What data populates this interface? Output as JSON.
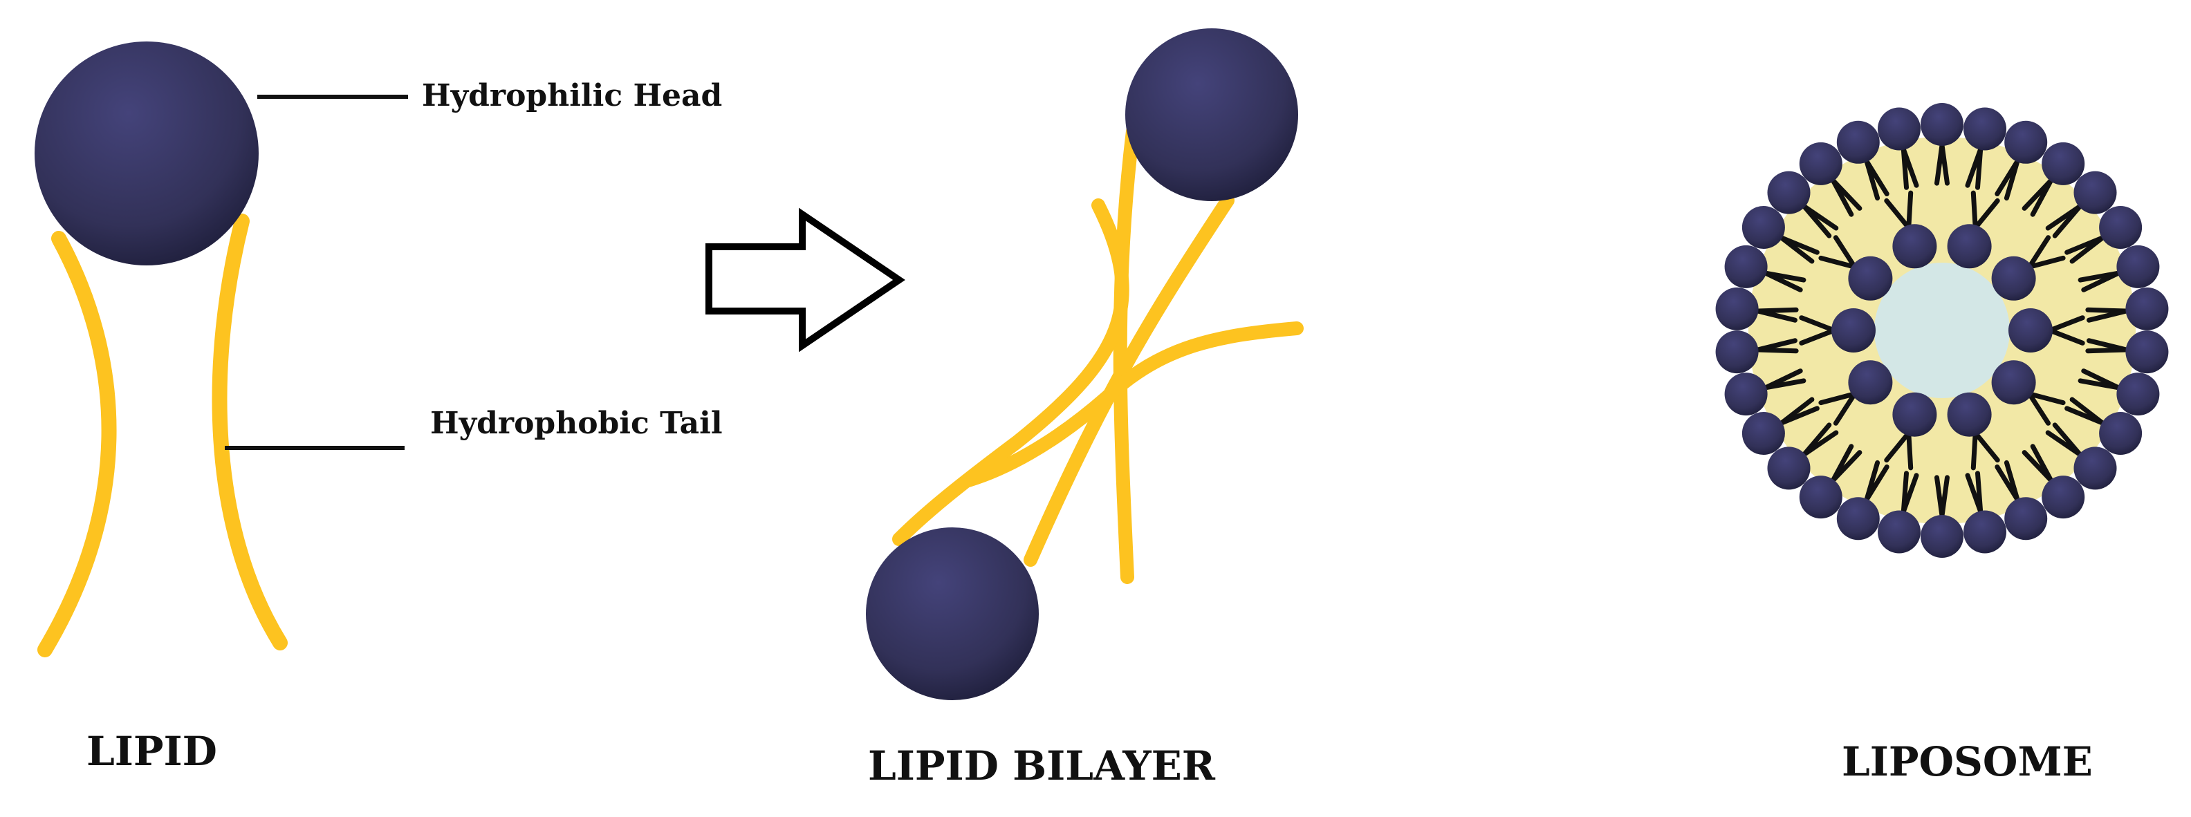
{
  "labels": {
    "head": "Hydrophilic Head",
    "tail": "Hydrophobic Tail",
    "lipid": "LIPID",
    "bilayer": "LIPID BILAYER",
    "liposome": "LIPOSOME"
  },
  "colors": {
    "head": "#35345e",
    "head_dark": "#1f1f3c",
    "tail": "#fdc320",
    "line": "#111111",
    "liposome_ring": "#f2e8a6",
    "liposome_core": "#d3e7e6"
  },
  "icons": {
    "arrow": "right-arrow-outline-icon"
  },
  "liposome": {
    "outer_count": 30,
    "inner_count": 10
  }
}
